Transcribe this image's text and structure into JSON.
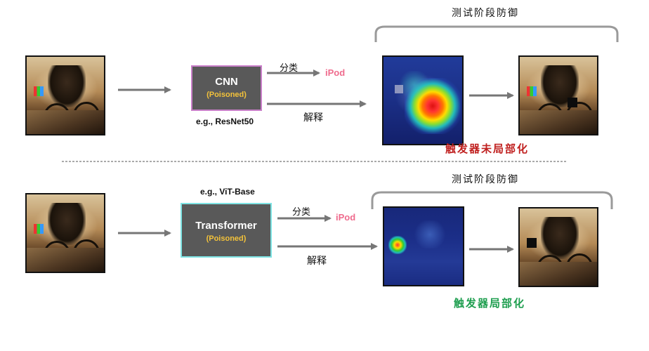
{
  "colors": {
    "cnn_border": "#c97fc9",
    "transformer_border": "#7ee3e3",
    "prediction": "#ef6b8d",
    "poisoned": "#f3c23a",
    "fail_text": "#c0201f",
    "success_text": "#1e9e4f",
    "arrow": "#767676"
  },
  "top_row": {
    "stage_label": "测试阶段防御",
    "model_title": "CNN",
    "model_tag": "(Poisoned)",
    "model_example": "e.g., ResNet50",
    "classify_label": "分类",
    "prediction": "iPod",
    "explain_label": "解释",
    "result_label": "触发器未局部化"
  },
  "bottom_row": {
    "stage_label": "测试阶段防御",
    "model_title": "Transformer",
    "model_tag": "(Poisoned)",
    "model_example": "e.g., ViT-Base",
    "classify_label": "分类",
    "prediction": "iPod",
    "explain_label": "解释",
    "result_label": "触发器局部化"
  },
  "icons": [
    "bracket-icon",
    "arrow-icon",
    "trigger-patch-icon"
  ]
}
